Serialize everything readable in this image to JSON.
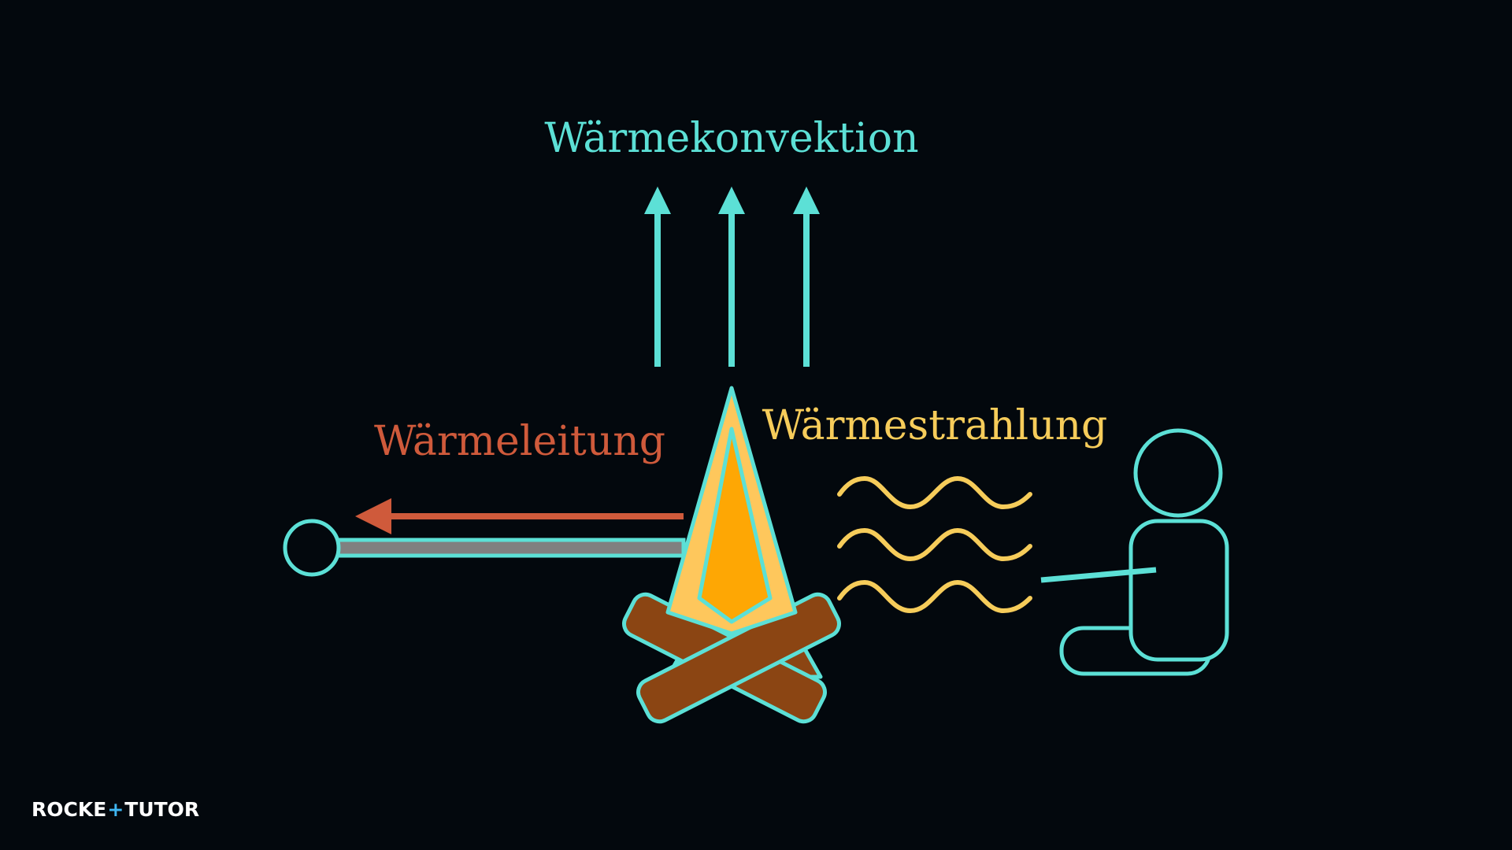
{
  "labels": {
    "convection": "Wärmekonvektion",
    "conduction": "Wärmeleitung",
    "radiation": "Wärmestrahlung"
  },
  "logo": {
    "left": "ROCKE",
    "plus": "+",
    "right": "TUTOR"
  },
  "colors": {
    "background": "#03080d",
    "convection": "#5ce0d6",
    "conduction": "#cf5a3b",
    "radiation": "#f6cc5a",
    "outline": "#5ce0d6",
    "flame_outer": "#fec75c",
    "flame_inner": "#fea704",
    "logs": "#8b4513",
    "rod": "#808080",
    "logo_accent": "#3fb6f2"
  },
  "icons": {
    "campfire": "campfire-icon",
    "person": "seated-person-icon",
    "rod": "metal-rod-icon"
  }
}
